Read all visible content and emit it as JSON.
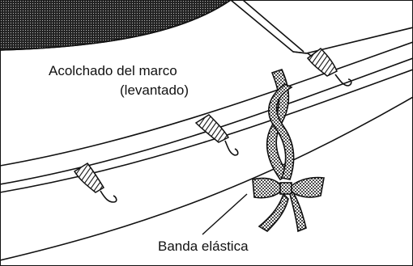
{
  "labels": {
    "frame_padding_line1": "Acolchado del marco",
    "frame_padding_line2": "(levantado)",
    "elastic_band": "Banda elástica"
  },
  "colors": {
    "ink": "#111111",
    "background": "#ffffff"
  },
  "icons": {
    "spring": "spring-icon",
    "bow": "bow-icon"
  }
}
